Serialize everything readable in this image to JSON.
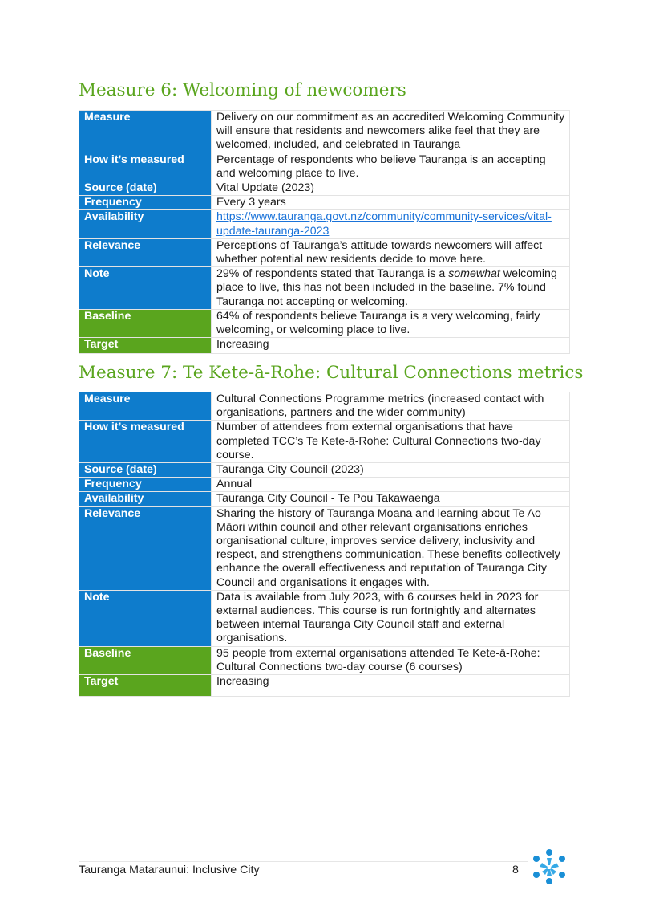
{
  "measure6": {
    "heading": "Measure 6: Welcoming of newcomers",
    "rows": [
      {
        "label": "Measure",
        "value": "Delivery on our commitment as an accredited Welcoming Community will ensure that residents and newcomers alike feel that they are welcomed, included, and celebrated in Tauranga"
      },
      {
        "label": "How it’s measured",
        "value": "Percentage of respondents who believe Tauranga is an accepting and welcoming place to live."
      },
      {
        "label": "Source (date)",
        "value": "Vital Update (2023)"
      },
      {
        "label": "Frequency",
        "value": "Every 3 years"
      },
      {
        "label": "Availability",
        "link": "https://www.tauranga.govt.nz/community/community-services/vital-update-tauranga-2023"
      },
      {
        "label": "Relevance",
        "value": "Perceptions of Tauranga’s attitude towards newcomers will affect whether potential new residents decide to move here."
      },
      {
        "label": "Note",
        "value_pre": "29% of respondents stated that Tauranga is a ",
        "value_em": "somewhat",
        "value_post": " welcoming place to live, this has not been included in the baseline. 7% found Tauranga not accepting or welcoming."
      },
      {
        "label": "Baseline",
        "value": "64% of respondents believe Tauranga is a very welcoming, fairly welcoming, or welcoming place to live."
      },
      {
        "label": "Target",
        "value": "Increasing"
      }
    ]
  },
  "measure7": {
    "heading": "Measure 7: Te Kete-ā-Rohe: Cultural Connections metrics",
    "rows": [
      {
        "label": "Measure",
        "value": "Cultural Connections Programme metrics (increased contact with organisations, partners and the wider community)"
      },
      {
        "label": "How it’s measured",
        "value": "Number of attendees from external organisations that have completed TCC’s Te Kete-ā-Rohe: Cultural Connections two-day course."
      },
      {
        "label": "Source (date)",
        "value": "Tauranga City Council (2023)"
      },
      {
        "label": "Frequency",
        "value": "Annual"
      },
      {
        "label": "Availability",
        "value": "Tauranga City Council - Te Pou Takawaenga"
      },
      {
        "label": "Relevance",
        "value": "Sharing the history of Tauranga Moana and learning about Te Ao Māori within council and other relevant organisations enriches organisational culture, improves service delivery, inclusivity and respect, and strengthens communication. These benefits collectively enhance the overall effectiveness and reputation of Tauranga City Council and organisations it engages with."
      },
      {
        "label": "Note",
        "value": "Data is available from July 2023, with 6 courses held in 2023 for external audiences. This course is run fortnightly and alternates between internal Tauranga City Council staff and external organisations."
      },
      {
        "label": "Baseline",
        "value": "95 people from external organisations attended Te Kete-ā-Rohe: Cultural Connections two-day course (6 courses)"
      },
      {
        "label": "Target",
        "value": "Increasing"
      }
    ]
  },
  "footer": {
    "title": "Tauranga Mataraunui: Inclusive City",
    "page": "8",
    "logo_icon": "people-circle-logo-icon"
  },
  "colors": {
    "blue": "#0e7ccc",
    "green": "#5aa51e",
    "link": "#1a73d9"
  }
}
